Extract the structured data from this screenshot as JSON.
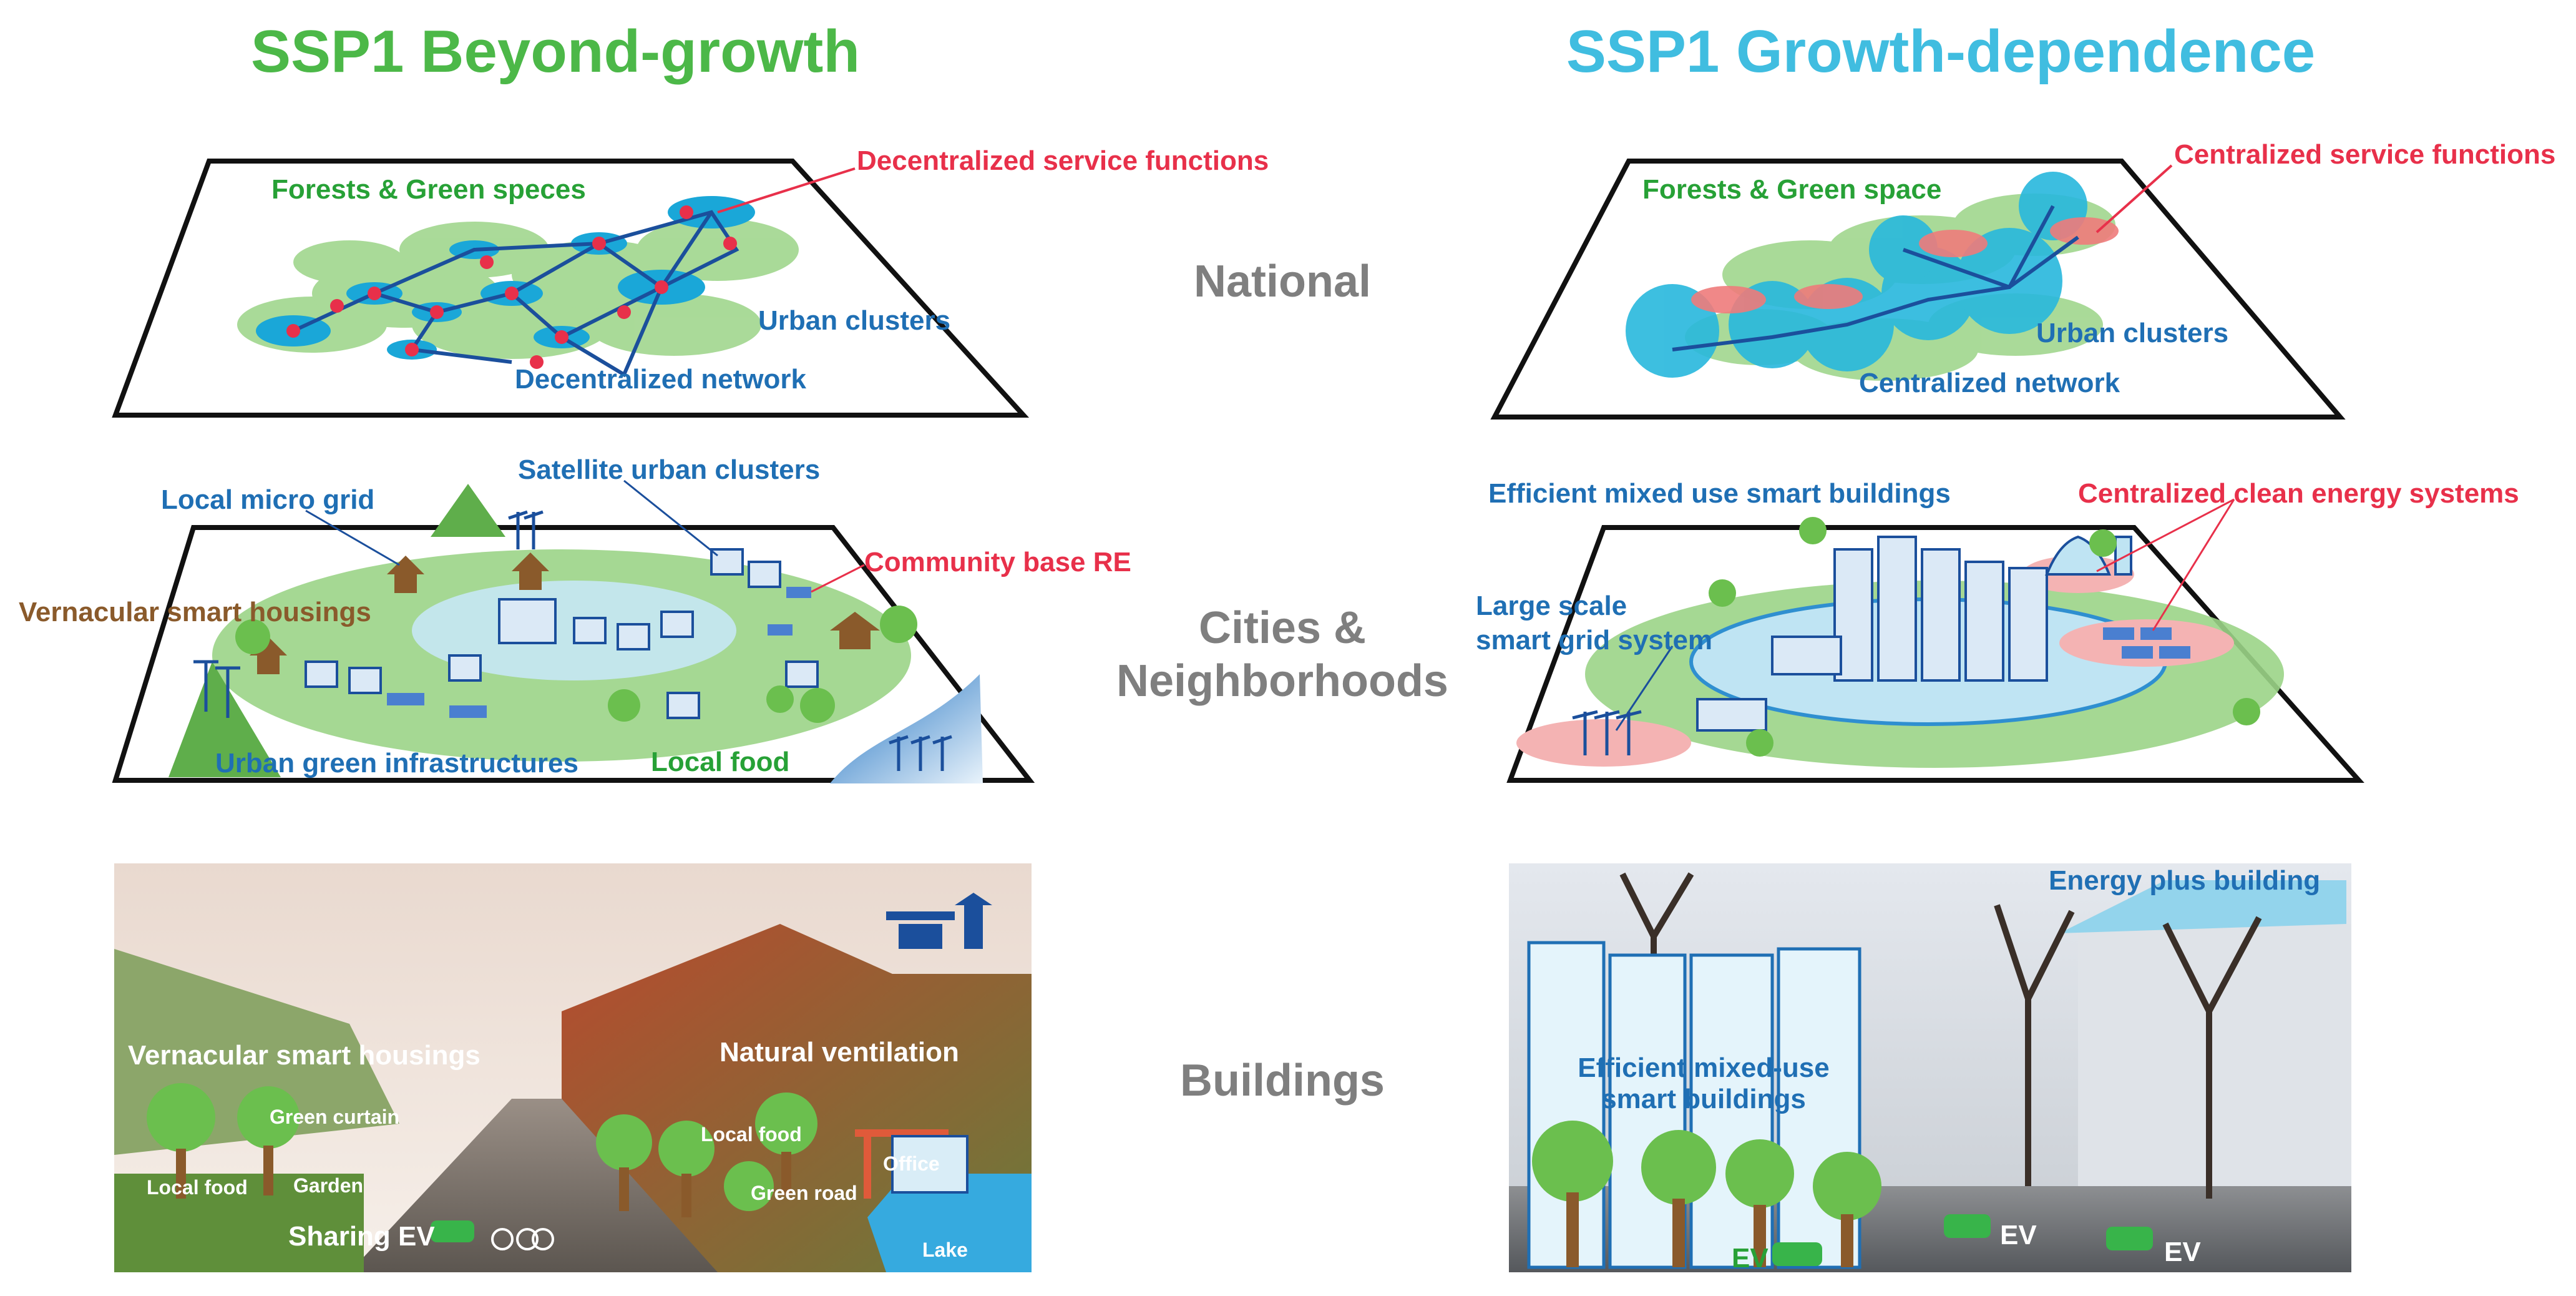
{
  "columns": {
    "left_title": "SSP1 Beyond-growth",
    "right_title": "SSP1 Growth-dependence",
    "left_color": "#4cb848",
    "right_color": "#40bde0"
  },
  "levels": {
    "national": "National",
    "cities_line1": "Cities &",
    "cities_line2": "Neighborhoods",
    "buildings": "Buildings"
  },
  "left": {
    "national": {
      "forests": "Forests & Green speces",
      "service": "Decentralized service functions",
      "clusters": "Urban clusters",
      "network": "Decentralized network"
    },
    "cities": {
      "micro_grid": "Local micro grid",
      "satellite": "Satellite urban clusters",
      "community_re": "Community base RE",
      "vernacular": "Vernacular smart housings",
      "green_infra": "Urban green infrastructures",
      "local_food": "Local food"
    },
    "buildings": {
      "vernacular": "Vernacular smart housings",
      "ventilation": "Natural ventilation",
      "green_curtain": "Green curtain",
      "local_food_1": "Local food",
      "garden": "Garden",
      "local_food_2": "Local food",
      "green_road": "Green road",
      "office": "Office",
      "sharing_ev": "Sharing EV",
      "lake": "Lake"
    }
  },
  "right": {
    "national": {
      "forests": "Forests & Green space",
      "service": "Centralized service functions",
      "clusters": "Urban clusters",
      "network": "Centralized network"
    },
    "cities": {
      "mixed_use": "Efficient mixed use smart buildings",
      "clean_energy": "Centralized clean energy systems",
      "grid_line1": "Large scale",
      "grid_line2": "smart grid system"
    },
    "buildings": {
      "energy_plus": "Energy plus building",
      "mixed_line1": "Efficient mixed-use",
      "mixed_line2": "smart buildings",
      "ev_1": "EV",
      "ev_2": "EV",
      "ev_3": "EV"
    }
  }
}
